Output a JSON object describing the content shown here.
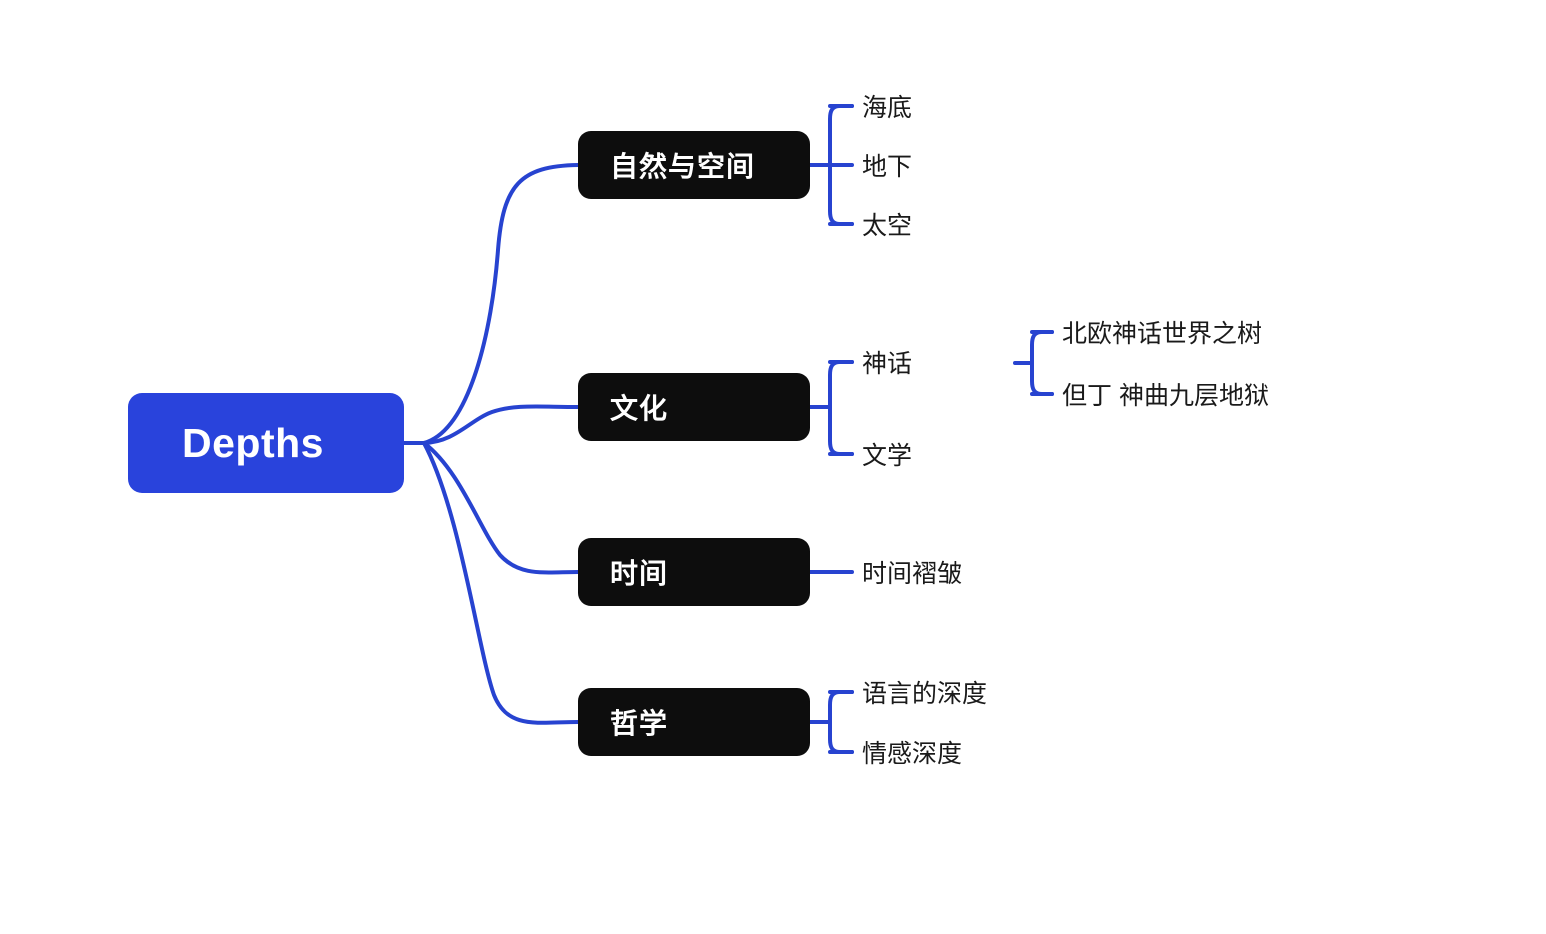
{
  "diagram": {
    "type": "mind-map",
    "title": "Depths",
    "background_color": "#ffffff",
    "root": {
      "label": "Depths",
      "fill_color": "#2943DC",
      "text_color": "#ffffff"
    },
    "branch_style": {
      "fill_color": "#0d0d0d",
      "text_color": "#ffffff"
    },
    "edge_color": "#2743D0",
    "leaf_text_color": "#1a1a1a",
    "branches": [
      {
        "label": "自然与空间",
        "children": [
          {
            "label": "海底",
            "children": []
          },
          {
            "label": "地下",
            "children": []
          },
          {
            "label": "太空",
            "children": []
          }
        ]
      },
      {
        "label": "文化",
        "children": [
          {
            "label": "神话",
            "children": [
              {
                "label": "北欧神话世界之树"
              },
              {
                "label": "但丁 神曲九层地狱"
              }
            ]
          },
          {
            "label": "文学",
            "children": []
          }
        ]
      },
      {
        "label": "时间",
        "children": [
          {
            "label": "时间褶皱",
            "children": []
          }
        ]
      },
      {
        "label": "哲学",
        "children": [
          {
            "label": "语言的深度",
            "children": []
          },
          {
            "label": "情感深度",
            "children": []
          }
        ]
      }
    ]
  }
}
